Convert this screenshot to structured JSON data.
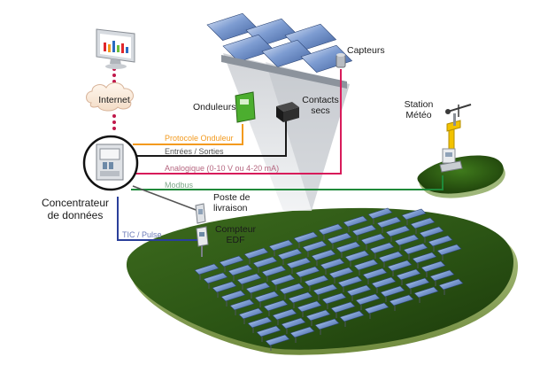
{
  "labels": {
    "internet": "Internet",
    "capteurs": "Capteurs",
    "onduleurs": "Onduleurs",
    "contacts_line1": "Contacts",
    "contacts_line2": "secs",
    "station_line1": "Station",
    "station_line2": "Météo",
    "concentrateur_line1": "Concentrateur",
    "concentrateur_line2": "de données",
    "poste_line1": "Poste de",
    "poste_line2": "livraison",
    "compteur_line1": "Compteur",
    "compteur_line2": "EDF"
  },
  "links": {
    "protocole": "Protocole Onduleur",
    "entrees": "Entrées / Sorties",
    "analogique": "Analogique (0-10 V ou 4-20 mA)",
    "modbus": "Modbus",
    "tic": "TIC / Pulse"
  },
  "colors": {
    "protocole": "#f39a1e",
    "entrees": "#1a1a1a",
    "analogique": "#d81b5a",
    "modbus": "#1f8a3a",
    "tic": "#2a3f9a",
    "internet_dots": "#c0174a",
    "ground": "#2f5a16",
    "panel": "#6d8fc7"
  }
}
